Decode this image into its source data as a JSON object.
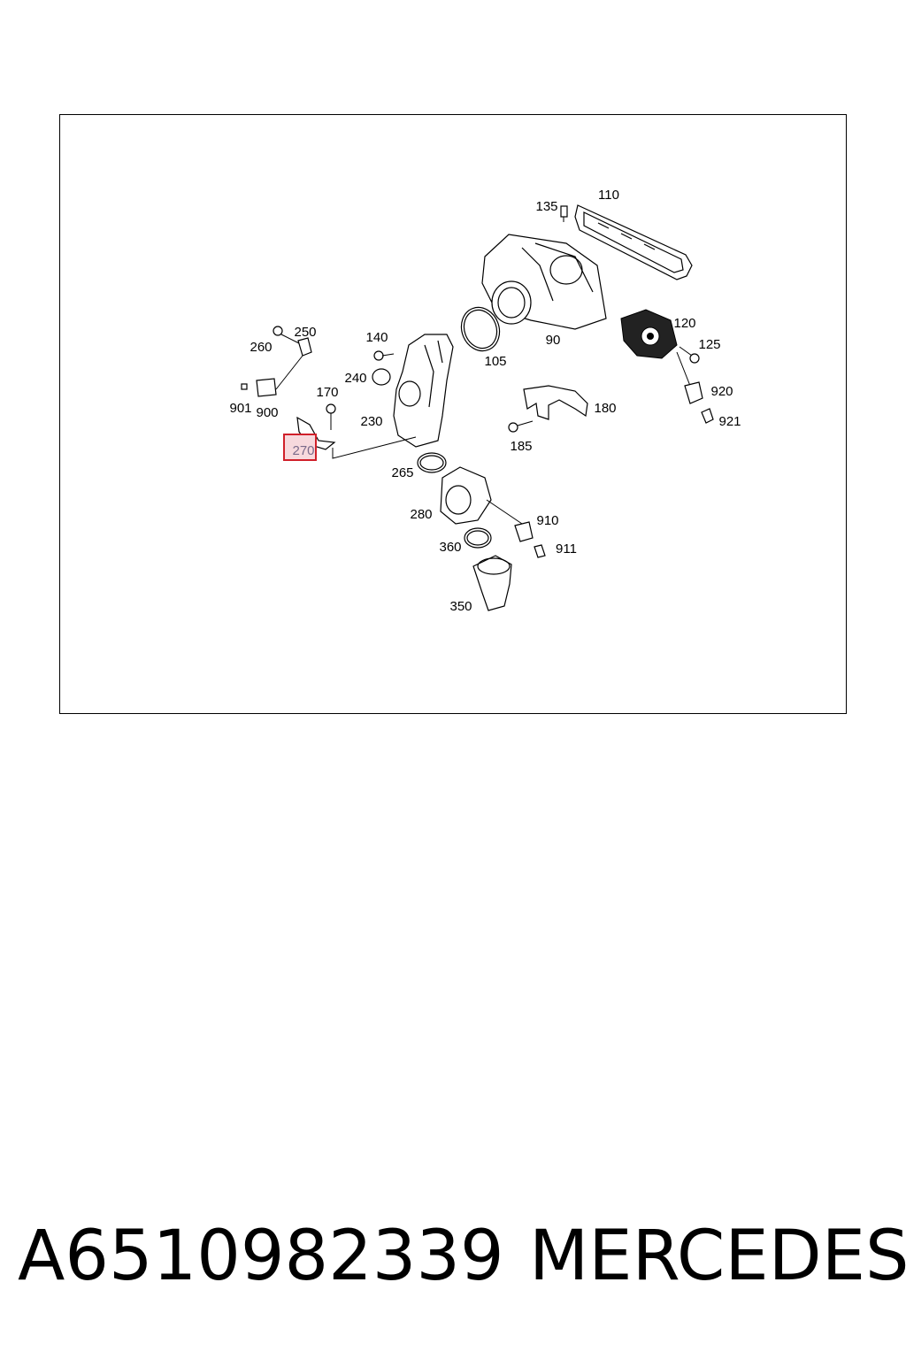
{
  "diagram": {
    "highlighted_callout": "270",
    "callouts": {
      "c110": "110",
      "c135": "135",
      "c90": "90",
      "c105": "105",
      "c120": "120",
      "c125": "125",
      "c920": "920",
      "c921": "921",
      "c180": "180",
      "c185": "185",
      "c140": "140",
      "c240": "240",
      "c250": "250",
      "c260": "260",
      "c901": "901",
      "c900": "900",
      "c170": "170",
      "c230": "230",
      "c270": "270",
      "c265": "265",
      "c280": "280",
      "c910": "910",
      "c911": "911",
      "c360": "360",
      "c350": "350"
    }
  },
  "footer": {
    "part_number": "A6510982339",
    "brand": "MERCEDES"
  },
  "colors": {
    "highlight_border": "#d0202a",
    "highlight_fill": "#f7d9dd"
  }
}
